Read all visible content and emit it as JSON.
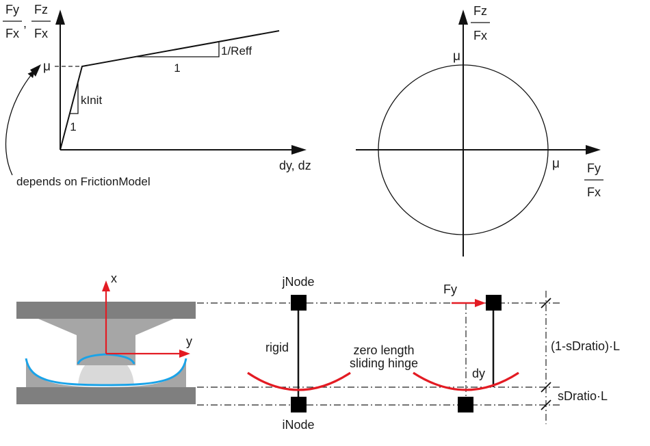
{
  "colors": {
    "ink": "#111111",
    "red": "#e31b23",
    "blue": "#1aa3e8",
    "plate": "#7f7f7f",
    "slider": "#a6a6a6",
    "slider_light": "#d9d9d9",
    "node": "#000000"
  },
  "plot1": {
    "ylabel_fy": {
      "num": "Fy",
      "den": "Fx"
    },
    "ylabel_sep": ",",
    "ylabel_fz": {
      "num": "Fz",
      "den": "Fx"
    },
    "mu": "μ",
    "kinit": "kInit",
    "one_initial": "1",
    "one_post": "1",
    "slope_post": "1/Reff",
    "xlabel": "dy, dz",
    "note": "depends on FrictionModel"
  },
  "plot2": {
    "ylabel": {
      "num": "Fz",
      "den": "Fx"
    },
    "mu_top": "μ",
    "mu_right": "μ",
    "xlabel": {
      "num": "Fy",
      "den": "Fx"
    }
  },
  "bearing": {
    "x_axis": "x",
    "y_axis": "y"
  },
  "model": {
    "jnode": "jNode",
    "inode": "iNode",
    "rigid": "rigid",
    "hinge_line1": "zero length",
    "hinge_line2": "sliding hinge",
    "fy": "Fy",
    "dy": "dy",
    "dim_upper": "(1-sDratio)·L",
    "dim_lower": "sDratio·L"
  }
}
